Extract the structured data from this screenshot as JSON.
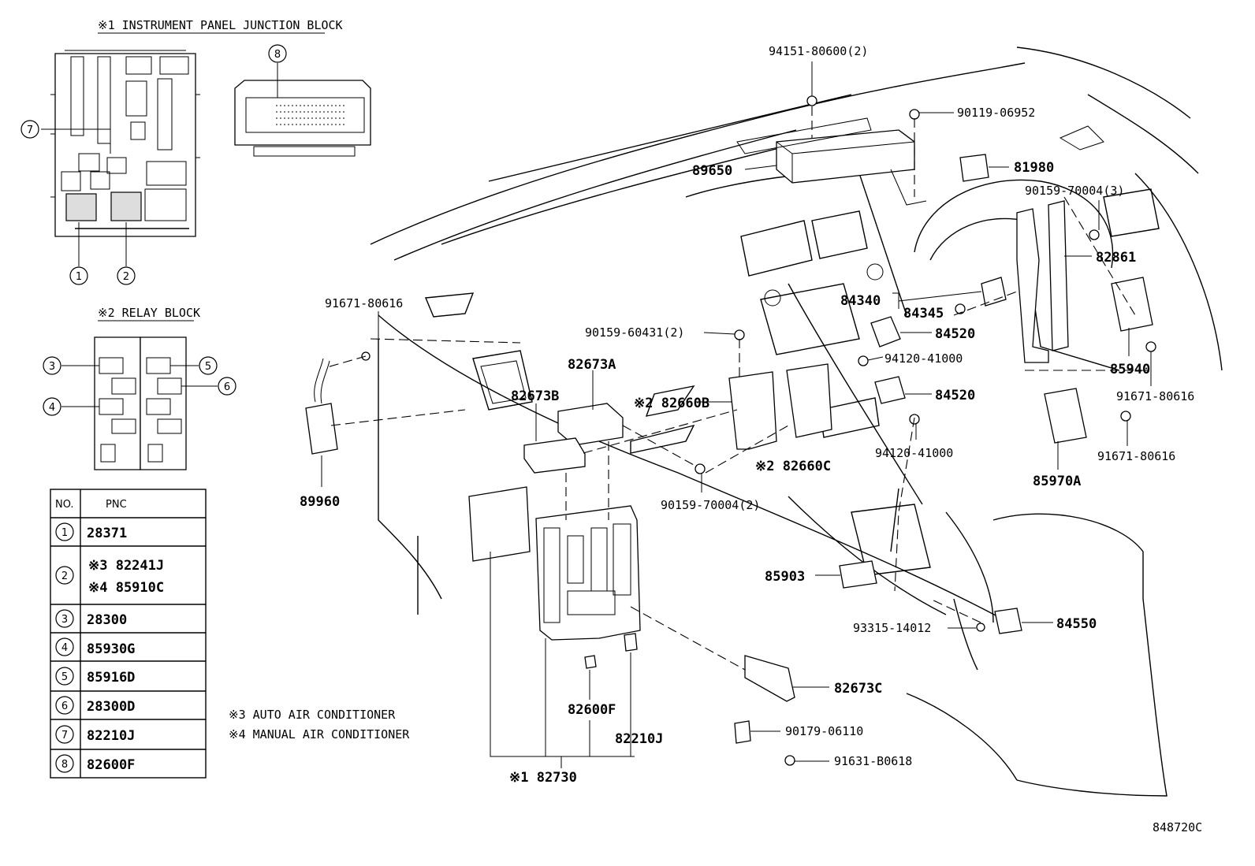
{
  "inset_titles": {
    "junction_block": "※1 INSTRUMENT PANEL JUNCTION BLOCK",
    "relay_block": "※2 RELAY BLOCK"
  },
  "callouts": {
    "jb": [
      "7",
      "1",
      "2"
    ],
    "top": "8",
    "relay": [
      "3",
      "4",
      "5",
      "6"
    ]
  },
  "table": {
    "headers": [
      "NO.",
      "PNC"
    ],
    "rows": [
      {
        "no": "1",
        "pnc": "28371"
      },
      {
        "no": "2",
        "pnc": "※3 82241J",
        "pnc2": "※4 85910C"
      },
      {
        "no": "3",
        "pnc": "28300"
      },
      {
        "no": "4",
        "pnc": "85930G"
      },
      {
        "no": "5",
        "pnc": "85916D"
      },
      {
        "no": "6",
        "pnc": "28300D"
      },
      {
        "no": "7",
        "pnc": "82210J"
      },
      {
        "no": "8",
        "pnc": "82600F"
      }
    ]
  },
  "notes": [
    "※3 AUTO AIR CONDITIONER",
    "※4 MANUAL AIR CONDITIONER"
  ],
  "part_labels": {
    "p94151": "94151-80600(2)",
    "p90119": "90119-06952",
    "p89650": "89650",
    "p81980": "81980",
    "p90159_3": "90159-70004(3)",
    "p82861": "82861",
    "p91671_a": "91671-80616",
    "p90159_60431": "90159-60431(2)",
    "p84340": "84340",
    "p84345": "84345",
    "p84520_a": "84520",
    "p94120_a": "94120-41000",
    "p84520_b": "84520",
    "p94120_b": "94120-41000",
    "p85940": "85940",
    "p91671_b": "91671-80616",
    "p91671_c": "91671-80616",
    "p85970A": "85970A",
    "p82673A": "82673A",
    "p82673B": "82673B",
    "p82660B": "※2 82660B",
    "p82660C": "※2 82660C",
    "p90159_2": "90159-70004(2)",
    "p89960": "89960",
    "p85903": "85903",
    "p93315": "93315-14012",
    "p84550": "84550",
    "p82673C": "82673C",
    "p90179": "90179-06110",
    "p91631": "91631-B0618",
    "p82600F": "82600F",
    "p82210J": "82210J",
    "p82730": "※1 82730"
  },
  "figure_code": "848720C"
}
